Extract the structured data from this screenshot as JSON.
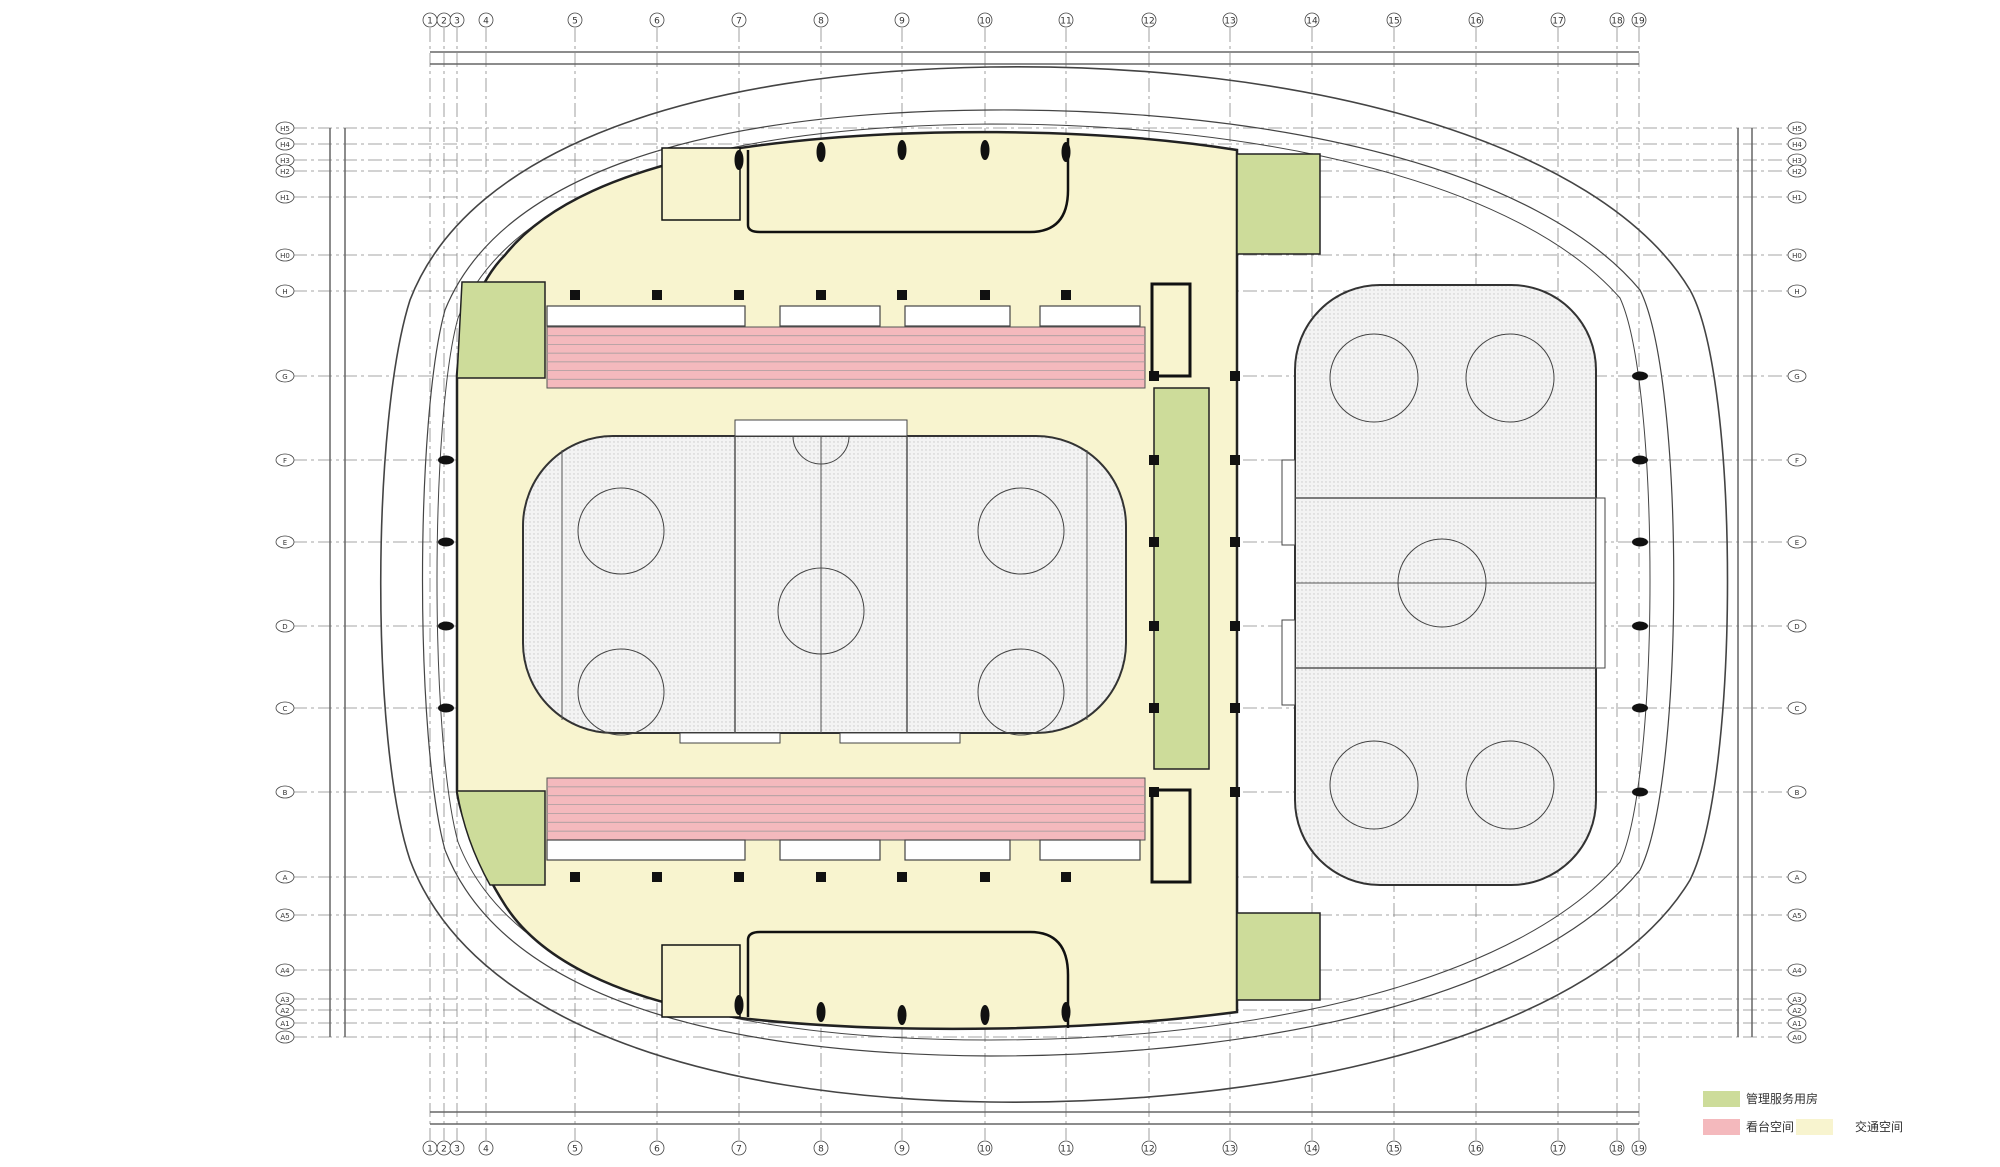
{
  "colors": {
    "management": "#cddc9a",
    "stands": "#f4b9bd",
    "circulation": "#f8f4cf",
    "line": "#333333",
    "grid": "#888888",
    "ice_hatch": "#e4e4e4"
  },
  "grid": {
    "columns": [
      "1",
      "2",
      "3",
      "4",
      "5",
      "6",
      "7",
      "8",
      "9",
      "10",
      "11",
      "12",
      "13",
      "14",
      "15",
      "16",
      "17",
      "18",
      "19"
    ],
    "rows": [
      "H5",
      "H4",
      "H3",
      "H2",
      "H1",
      "H0",
      "H",
      "G",
      "F",
      "E",
      "D",
      "C",
      "B",
      "A",
      "A5",
      "A4",
      "A3",
      "A2",
      "A1",
      "A0"
    ]
  },
  "legend": {
    "items": [
      {
        "label": "管理服务用房",
        "color": "#cddc9a"
      },
      {
        "label": "看台空间",
        "color": "#f4b9bd"
      },
      {
        "label": "交通空间",
        "color": "#f8f4cf"
      }
    ]
  }
}
